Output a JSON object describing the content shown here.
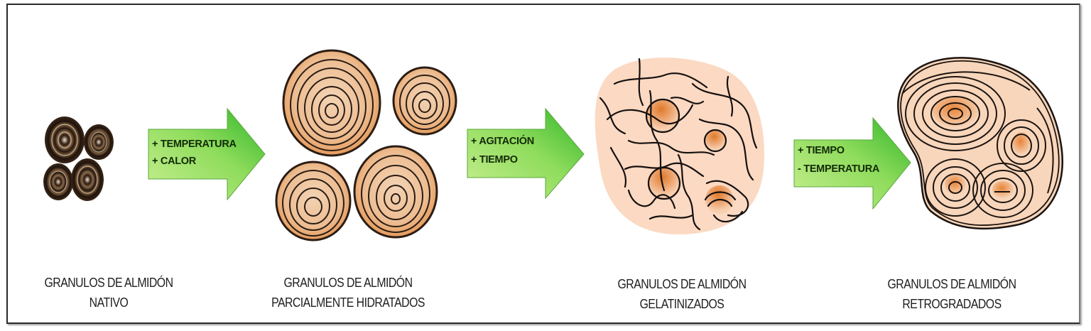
{
  "figure": {
    "title": "",
    "colors": {
      "frame": "#2a2a2a",
      "arrow_fill_light": "#c7ee8e",
      "arrow_fill_dark": "#3fbf2f",
      "arrow_text": "#132a08",
      "granule_fill": "#f1c8a4",
      "granule_core": "#e8873a",
      "granule_line": "#2b1d14",
      "native_granule": "#2f2219",
      "gel_matrix": "#fbd9c2",
      "caption_text": "#1e1e1e"
    },
    "stages": [
      {
        "id": "native",
        "caption_line1": "GRANULOS DE ALMIDÓN",
        "caption_line2": "NATIVO"
      },
      {
        "id": "partially-hydrated",
        "caption_line1": "GRANULOS DE ALMIDÓN",
        "caption_line2": "PARCIALMENTE HIDRATADOS"
      },
      {
        "id": "gelatinized",
        "caption_line1": "GRANULOS DE ALMIDÓN",
        "caption_line2": "GELATINIZADOS"
      },
      {
        "id": "retrograded",
        "caption_line1": "GRANULOS DE ALMIDÓN",
        "caption_line2": "RETROGRADADOS"
      }
    ],
    "arrows": [
      {
        "line1": "+ TEMPERATURA",
        "line2": "+ CALOR"
      },
      {
        "line1": "+ AGITACIÓN",
        "line2": "+ TIEMPO"
      },
      {
        "line1": "+ TIEMPO",
        "line2": "- TEMPERATURA"
      }
    ]
  }
}
